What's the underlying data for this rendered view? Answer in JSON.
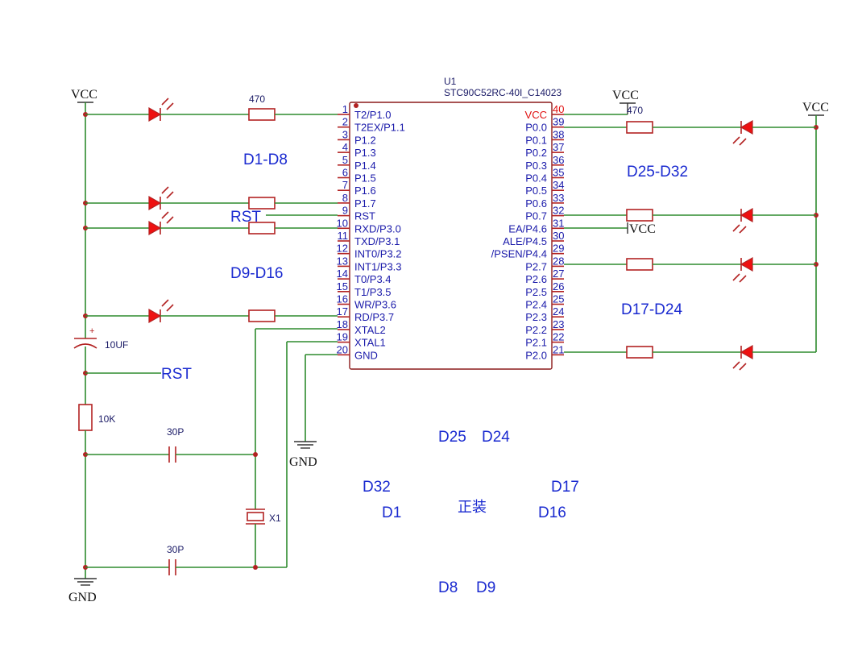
{
  "chip": {
    "ref": "U1",
    "part": "STC90C52RC-40I_C14023",
    "left_pins": [
      {
        "num": "1",
        "name": "T2/P1.0"
      },
      {
        "num": "2",
        "name": "T2EX/P1.1"
      },
      {
        "num": "3",
        "name": "P1.2"
      },
      {
        "num": "4",
        "name": "P1.3"
      },
      {
        "num": "5",
        "name": "P1.4"
      },
      {
        "num": "6",
        "name": "P1.5"
      },
      {
        "num": "7",
        "name": "P1.6"
      },
      {
        "num": "8",
        "name": "P1.7"
      },
      {
        "num": "9",
        "name": "RST"
      },
      {
        "num": "10",
        "name": "RXD/P3.0"
      },
      {
        "num": "11",
        "name": "TXD/P3.1"
      },
      {
        "num": "12",
        "name": "INT0/P3.2"
      },
      {
        "num": "13",
        "name": "INT1/P3.3"
      },
      {
        "num": "14",
        "name": "T0/P3.4"
      },
      {
        "num": "15",
        "name": "T1/P3.5"
      },
      {
        "num": "16",
        "name": "WR/P3.6"
      },
      {
        "num": "17",
        "name": "RD/P3.7"
      },
      {
        "num": "18",
        "name": "XTAL2"
      },
      {
        "num": "19",
        "name": "XTAL1"
      },
      {
        "num": "20",
        "name": "GND"
      }
    ],
    "right_pins": [
      {
        "num": "40",
        "name": "VCC"
      },
      {
        "num": "39",
        "name": "P0.0"
      },
      {
        "num": "38",
        "name": "P0.1"
      },
      {
        "num": "37",
        "name": "P0.2"
      },
      {
        "num": "36",
        "name": "P0.3"
      },
      {
        "num": "35",
        "name": "P0.4"
      },
      {
        "num": "34",
        "name": "P0.5"
      },
      {
        "num": "33",
        "name": "P0.6"
      },
      {
        "num": "32",
        "name": "P0.7"
      },
      {
        "num": "31",
        "name": "EA/P4.6"
      },
      {
        "num": "30",
        "name": "ALE/P4.5"
      },
      {
        "num": "29",
        "name": "/PSEN/P4.4"
      },
      {
        "num": "28",
        "name": "P2.7"
      },
      {
        "num": "27",
        "name": "P2.6"
      },
      {
        "num": "26",
        "name": "P2.5"
      },
      {
        "num": "25",
        "name": "P2.4"
      },
      {
        "num": "24",
        "name": "P2.3"
      },
      {
        "num": "23",
        "name": "P2.2"
      },
      {
        "num": "22",
        "name": "P2.1"
      },
      {
        "num": "21",
        "name": "P2.0"
      }
    ]
  },
  "nets": {
    "vcc_left": "VCC",
    "vcc_mid": "VCC",
    "vcc_right": "VCC",
    "vcc_ea": "VCC",
    "gnd_left": "GND",
    "gnd_mid": "GND",
    "rst_net": "RST",
    "rst_label": "RST"
  },
  "components": {
    "r_left": "470",
    "r_right": "470",
    "cap_reset": "10UF",
    "r_reset": "10K",
    "cap_x1": "30P",
    "cap_x2": "30P",
    "crystal": "X1"
  },
  "groups": {
    "left_top": "D1-D8",
    "left_bottom": "D9-D16",
    "right_top": "D25-D32",
    "right_bottom": "D17-D24"
  },
  "layout_note": {
    "d25": "D25",
    "d24": "D24",
    "d32": "D32",
    "d17": "D17",
    "d1": "D1",
    "d16": "D16",
    "center": "正装",
    "d8": "D8",
    "d9": "D9"
  }
}
